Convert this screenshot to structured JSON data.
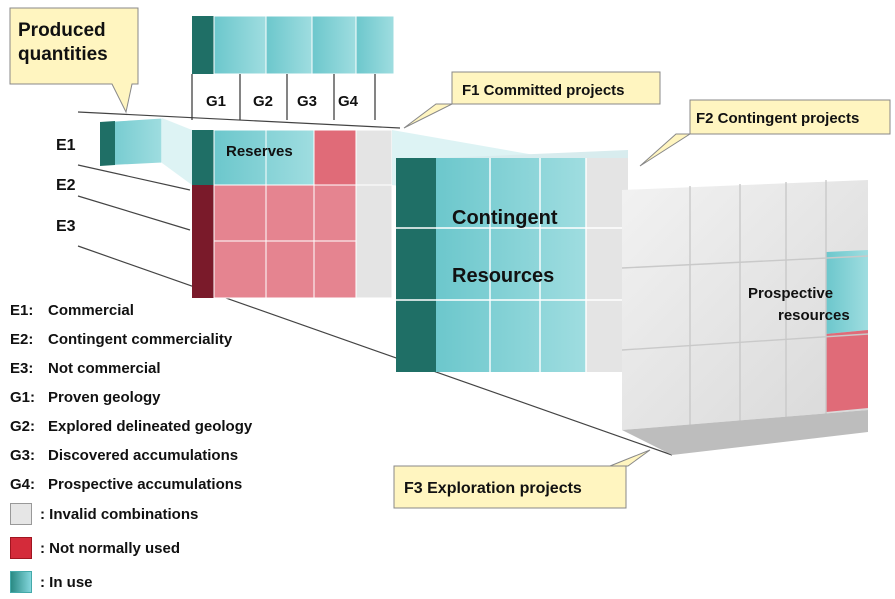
{
  "callouts": {
    "produced": "Produced quantities",
    "f1": "F1 Committed projects",
    "f2": "F2 Contingent projects",
    "f3": "F3 Exploration projects"
  },
  "g_headers": [
    "G1",
    "G2",
    "G3",
    "G4"
  ],
  "e_labels": [
    "E1",
    "E2",
    "E3"
  ],
  "block_labels": {
    "reserves": "Reserves",
    "contingent_1": "Contingent",
    "contingent_2": "Resources",
    "prospective_1": "Prospective",
    "prospective_2": "resources"
  },
  "legend": [
    {
      "code": "E1:",
      "text": "Commercial"
    },
    {
      "code": "E2:",
      "text": "Contingent commerciality"
    },
    {
      "code": "E3:",
      "text": "Not commercial"
    },
    {
      "code": "G1:",
      "text": "Proven geology"
    },
    {
      "code": "G2:",
      "text": "Explored delineated geology"
    },
    {
      "code": "G3:",
      "text": "Discovered accumulations"
    },
    {
      "code": "G4:",
      "text": "Prospective accumulations"
    }
  ],
  "color_keys": [
    {
      "text": ": Invalid combinations",
      "color": "#e6e6e6"
    },
    {
      "text": ": Not normally used",
      "color": "#d42b3a"
    },
    {
      "text": ": In use",
      "color": "#6cc7cc"
    }
  ],
  "colors": {
    "teal_dark": "#1f6f66",
    "teal_light": "#7fd0d8",
    "red": "#e06b78",
    "red_dark": "#7a1a2a",
    "grey": "#e4e4e4",
    "callout_fill": "#fff5c0"
  }
}
